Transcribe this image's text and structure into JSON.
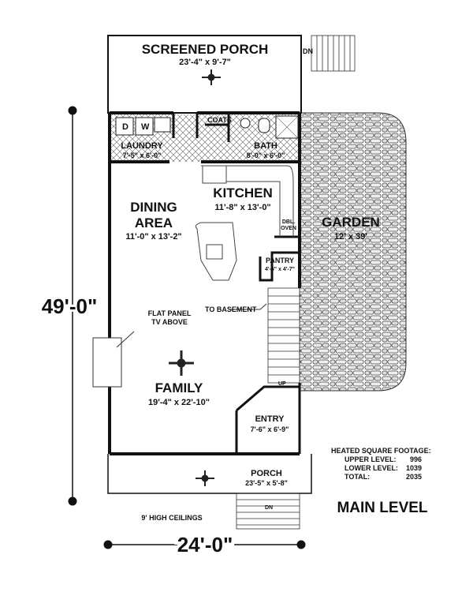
{
  "rooms": {
    "screened_porch": {
      "name": "SCREENED PORCH",
      "size": "23'-4\" x 9'-7\""
    },
    "laundry": {
      "name": "LAUNDRY",
      "size": "7'-5\" x 6'-0\""
    },
    "coats": {
      "name": "COATS"
    },
    "bath": {
      "name": "BATH",
      "size": "8'-0\" x 6'-0\""
    },
    "kitchen": {
      "name": "KITCHEN",
      "size": "11'-8\" x 13'-0\""
    },
    "dining": {
      "name1": "DINING",
      "name2": "AREA",
      "size": "11'-0\" x 13'-2\""
    },
    "pantry": {
      "name": "PANTRY",
      "size": "4'-6\" x 4'-7\""
    },
    "garden": {
      "name": "GARDEN",
      "size": "12' x 39'"
    },
    "family": {
      "name": "FAMILY",
      "size": "19'-4\" x 22'-10\""
    },
    "entry": {
      "name": "ENTRY",
      "size": "7'-6\" x 6'-9\""
    },
    "porch": {
      "name": "PORCH",
      "size": "23'-5\" x 5'-8\""
    }
  },
  "labels": {
    "washer_d": "D",
    "washer_w": "W",
    "dbl_oven_1": "DBL.",
    "dbl_oven_2": "OVEN",
    "tv_1": "FLAT PANEL",
    "tv_2": "TV ABOVE",
    "to_basement": "TO BASEMENT",
    "up": "UP",
    "dn": "DN",
    "ceilings": "9' HIGH CEILINGS",
    "depth": "49'-0\"",
    "width": "24'-0\"",
    "level": "MAIN LEVEL"
  },
  "footage": {
    "title": "HEATED SQUARE FOOTAGE:",
    "rows": [
      {
        "label": "UPPER LEVEL:",
        "value": "996"
      },
      {
        "label": "LOWER LEVEL:",
        "value": "1039"
      },
      {
        "label": "TOTAL:",
        "value": "2035"
      }
    ]
  }
}
